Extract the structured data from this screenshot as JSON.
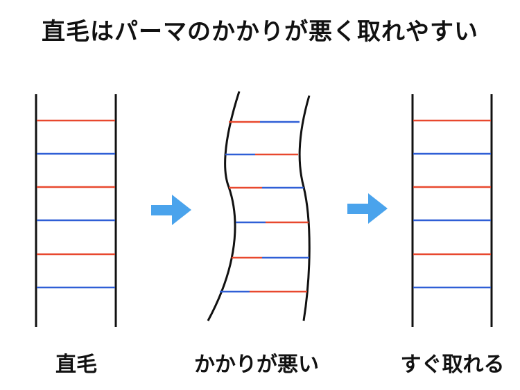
{
  "title": "直毛はパーマのかかりが悪く取れやすい",
  "colors": {
    "rail": "#111111",
    "red_bond": "#e8482e",
    "blue_bond": "#2f5fd6",
    "arrow": "#4aa3ec"
  },
  "stages": [
    {
      "caption": "直毛",
      "state": "straight"
    },
    {
      "caption": "かかりが悪い",
      "state": "bent"
    },
    {
      "caption": "すぐ取れる",
      "state": "straight"
    }
  ],
  "arrows": [
    "right-arrow",
    "right-arrow"
  ]
}
